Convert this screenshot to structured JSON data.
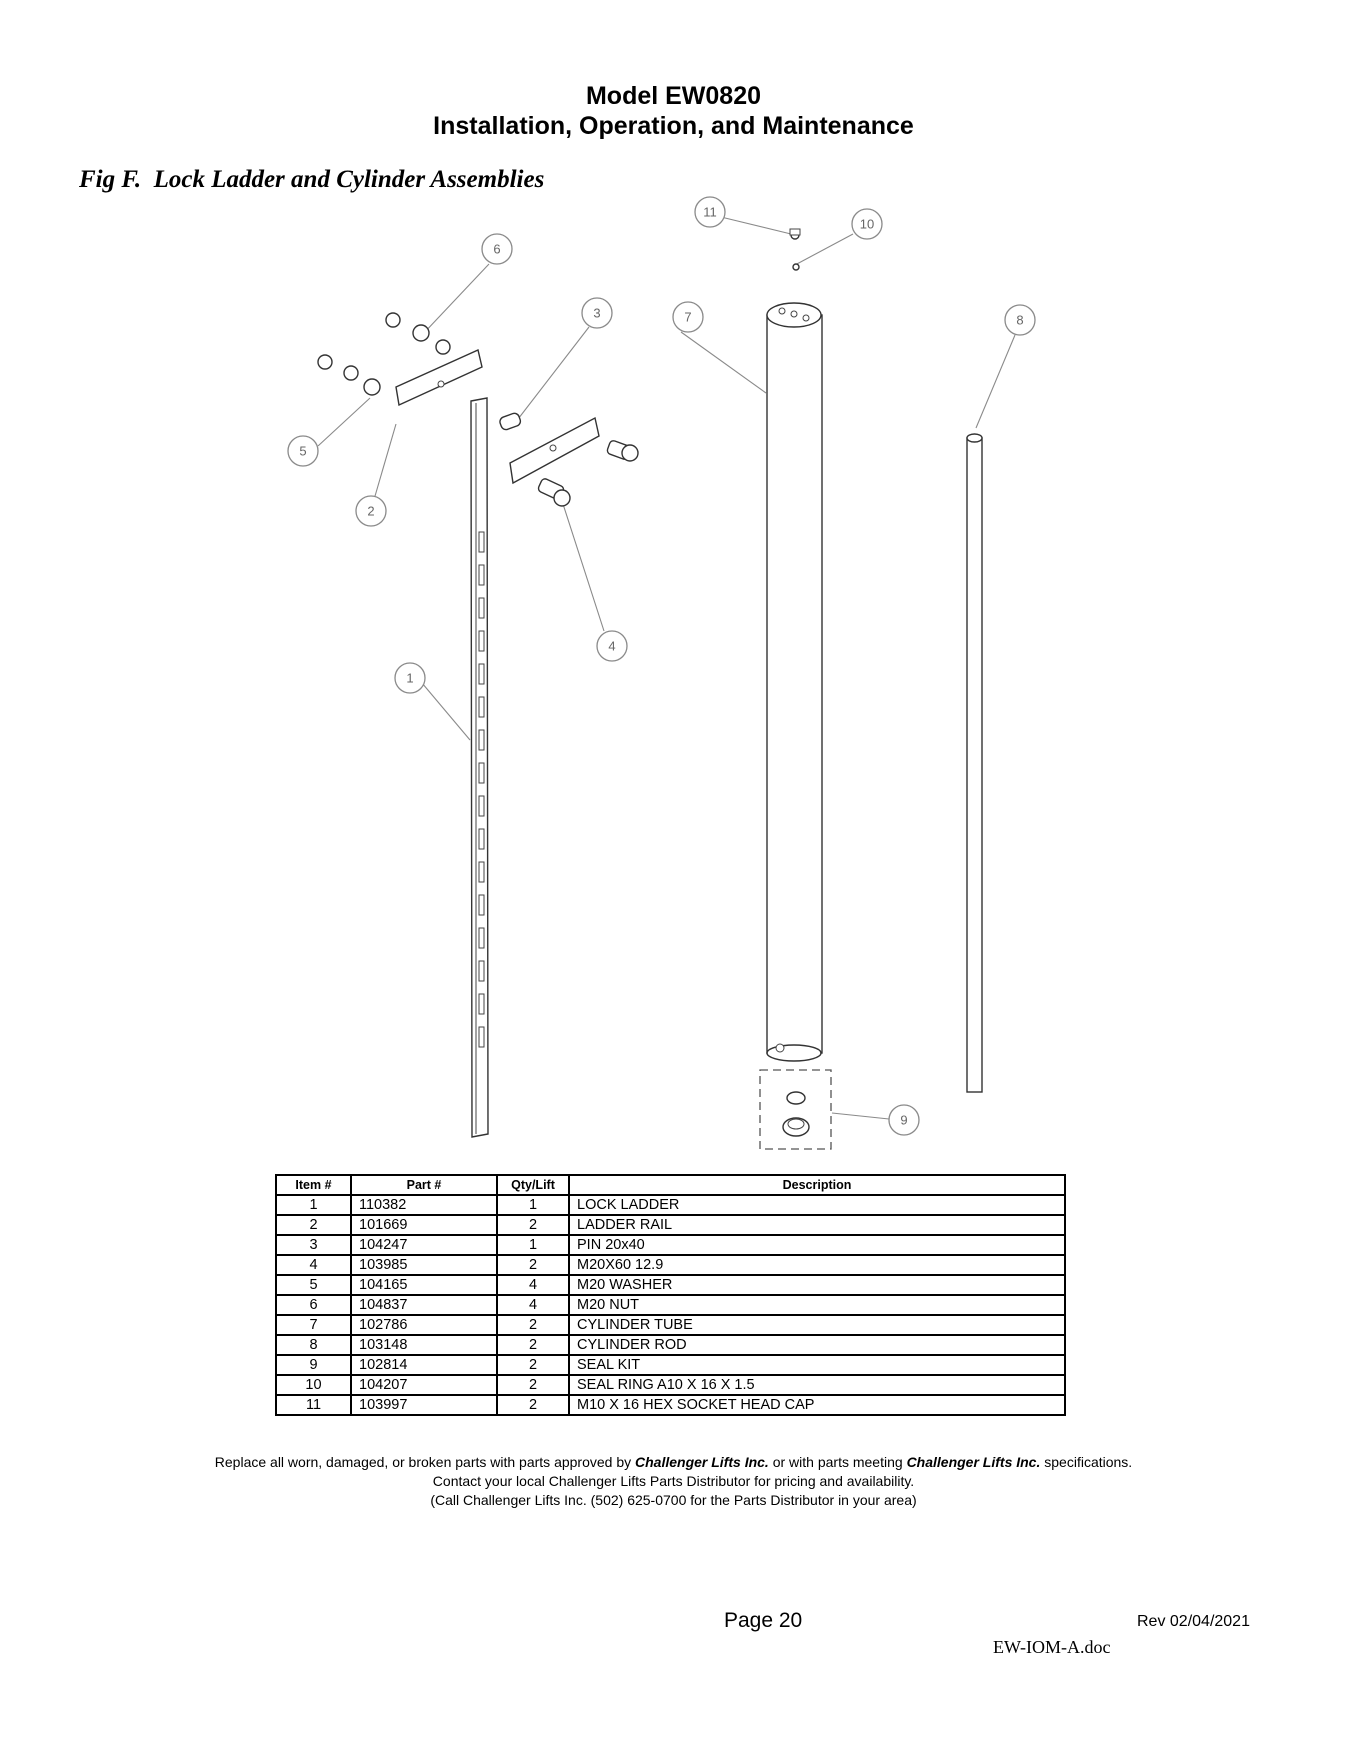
{
  "header": {
    "line1": "Model EW0820",
    "line2": "Installation, Operation, and Maintenance"
  },
  "figure": {
    "caption": "Fig F.  Lock Ladder and Cylinder Assemblies",
    "balloons": [
      "1",
      "2",
      "3",
      "4",
      "5",
      "6",
      "7",
      "8",
      "9",
      "10",
      "11"
    ]
  },
  "table": {
    "headers": [
      "Item #",
      "Part #",
      "Qty/Lift",
      "Description"
    ],
    "rows": [
      [
        "1",
        "110382",
        "1",
        "LOCK LADDER"
      ],
      [
        "2",
        "101669",
        "2",
        "LADDER RAIL"
      ],
      [
        "3",
        "104247",
        "1",
        "PIN 20x40"
      ],
      [
        "4",
        "103985",
        "2",
        "M20X60 12.9"
      ],
      [
        "5",
        "104165",
        "4",
        "M20 WASHER"
      ],
      [
        "6",
        "104837",
        "4",
        "M20 NUT"
      ],
      [
        "7",
        "102786",
        "2",
        "CYLINDER TUBE"
      ],
      [
        "8",
        "103148",
        "2",
        "CYLINDER ROD"
      ],
      [
        "9",
        "102814",
        "2",
        "SEAL KIT"
      ],
      [
        "10",
        "104207",
        "2",
        "SEAL RING A10 X 16 X 1.5"
      ],
      [
        "11",
        "103997",
        "2",
        "M10 X 16 HEX SOCKET HEAD CAP"
      ]
    ]
  },
  "footer_notes": {
    "line1_a": "Replace all worn, damaged, or broken parts with parts approved by ",
    "brand": "Challenger Lifts Inc.",
    "line1_b": " or with parts meeting ",
    "line1_c": " specifications.",
    "line2": "Contact your local Challenger Lifts Parts Distributor for pricing and availability.",
    "line3": "(Call Challenger Lifts Inc. (502) 625-0700 for the Parts Distributor in your area)"
  },
  "footer": {
    "page": "Page 20",
    "revision": "Rev 02/04/2021",
    "document": "EW-IOM-A.doc"
  }
}
